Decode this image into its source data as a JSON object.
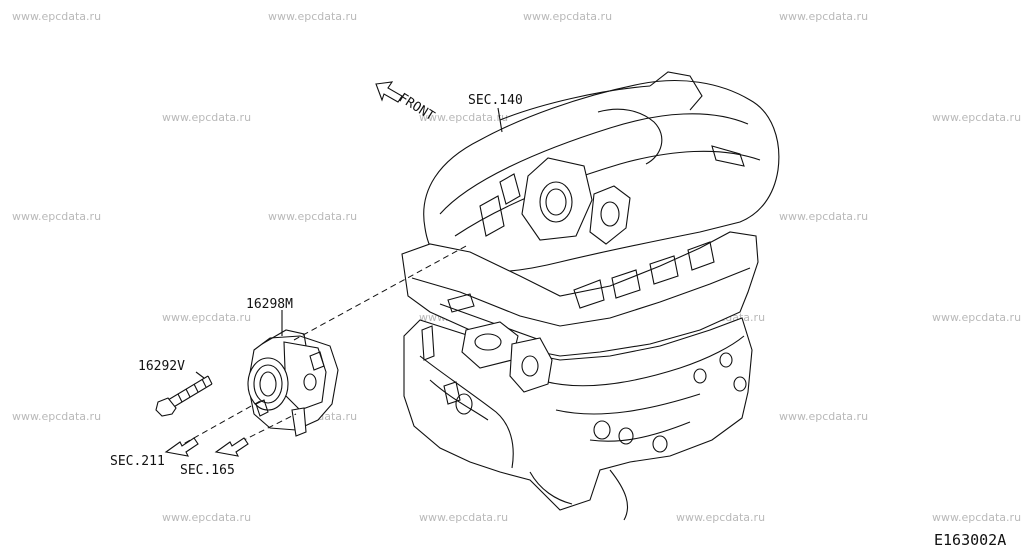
{
  "watermark": {
    "text": "www.epcdata.ru",
    "color": "#b9b9b9"
  },
  "front_label": "FRONT",
  "callouts": {
    "sec_140": "SEC.140",
    "part_16298m": "16298M",
    "part_16292v": "16292V",
    "sec_211": "SEC.211",
    "sec_165": "SEC.165"
  },
  "diagram_code": "E163002A",
  "icons": {
    "front_arrow": "front-arrow-icon",
    "sec_arrow": "sec-arrow-icon"
  }
}
